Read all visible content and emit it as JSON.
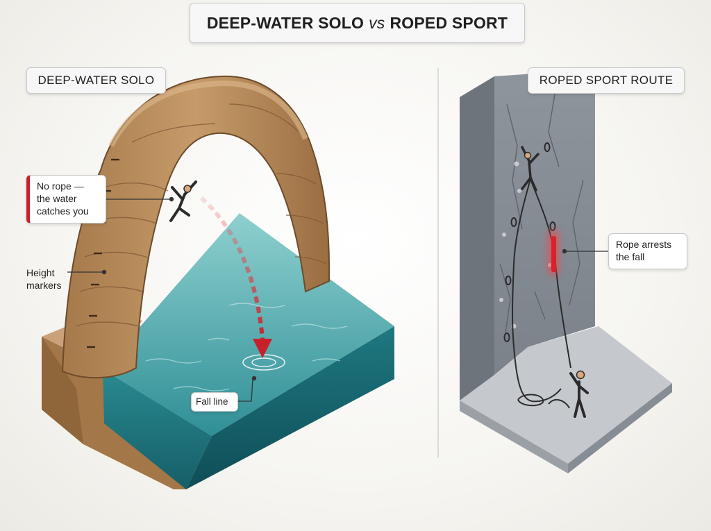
{
  "title": {
    "left": "DEEP-WATER SOLO",
    "vs": "vs",
    "right": "ROPED SPORT"
  },
  "left_panel": {
    "label": "DEEP-WATER SOLO",
    "callout_no_rope": "No rope — the water catches you",
    "height_markers": "Height markers",
    "fall_line": "Fall line"
  },
  "right_panel": {
    "label": "ROPED SPORT ROUTE",
    "callout_rope": "Rope arrests the fall"
  },
  "colors": {
    "accent_red": "#c8202b",
    "rock_tan": "#b98d5c",
    "water_teal": "#2c8e95",
    "wall_grey": "#8d949c"
  }
}
